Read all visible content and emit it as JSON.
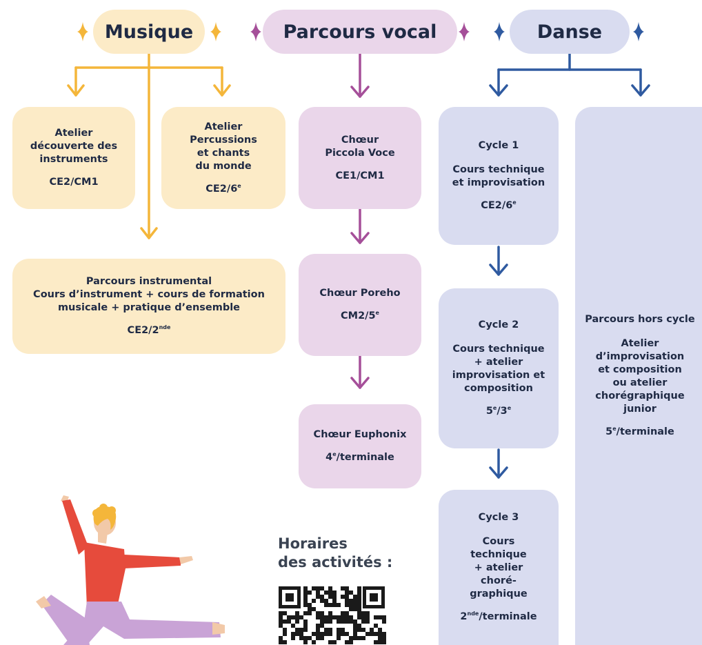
{
  "colors": {
    "musique": "#f4b63a",
    "vocal": "#a54f99",
    "danse": "#2f5aa0"
  },
  "headers": {
    "musique": "Musique",
    "vocal": "Parcours vocal",
    "danse": "Danse"
  },
  "musique": {
    "atelier_decouverte": {
      "lines": [
        "Atelier",
        "découverte des",
        "instruments"
      ],
      "code": "CE2/CM1"
    },
    "atelier_percussions": {
      "lines": [
        "Atelier",
        "Percussions",
        "et chants",
        "du monde"
      ],
      "code_base": "CE2/6",
      "code_sup": "e"
    },
    "parcours_instrumental": {
      "lines": [
        "Parcours instrumental",
        "Cours d’instrument + cours de formation",
        "musicale + pratique d’ensemble"
      ],
      "code_base": "CE2/2",
      "code_sup": "nde"
    }
  },
  "vocal": {
    "piccola": {
      "lines": [
        "Chœur",
        "Piccola Voce"
      ],
      "code": "CE1/CM1"
    },
    "poreho": {
      "title": "Chœur Poreho",
      "code_base": "CM2/5",
      "code_sup": "e"
    },
    "euphonix": {
      "title": "Chœur Euphonix",
      "code_pre": "4",
      "code_sup": "e",
      "code_post": "/terminale"
    }
  },
  "danse": {
    "cycle1": {
      "title": "Cycle 1",
      "lines": [
        "Cours technique",
        "et improvisation"
      ],
      "code_base": "CE2/6",
      "code_sup": "e"
    },
    "cycle2": {
      "title": "Cycle 2",
      "lines": [
        "Cours technique",
        "+ atelier",
        "improvisation et",
        "composition"
      ],
      "code_a": "5",
      "code_sup_a": "e",
      "code_b": "/3",
      "code_sup_b": "e"
    },
    "cycle3": {
      "title": "Cycle 3",
      "lines": [
        "Cours",
        "technique",
        "+ atelier",
        "choré-",
        "graphique"
      ],
      "code_pre": "2",
      "code_sup": "nde",
      "code_post": "/terminale"
    },
    "hors_cycle": {
      "title": "Parcours hors cycle",
      "lines": [
        "Atelier",
        "d’improvisation",
        "et composition",
        "ou atelier",
        "chorégraphique",
        "junior"
      ],
      "code_pre": "5",
      "code_sup": "e",
      "code_post": "/terminale"
    }
  },
  "horaires": {
    "line1": "Horaires",
    "line2": "des activités :"
  },
  "icons": [
    "sparkle-icon",
    "arrow-down-icon",
    "qr-code",
    "dancer-illustration"
  ]
}
